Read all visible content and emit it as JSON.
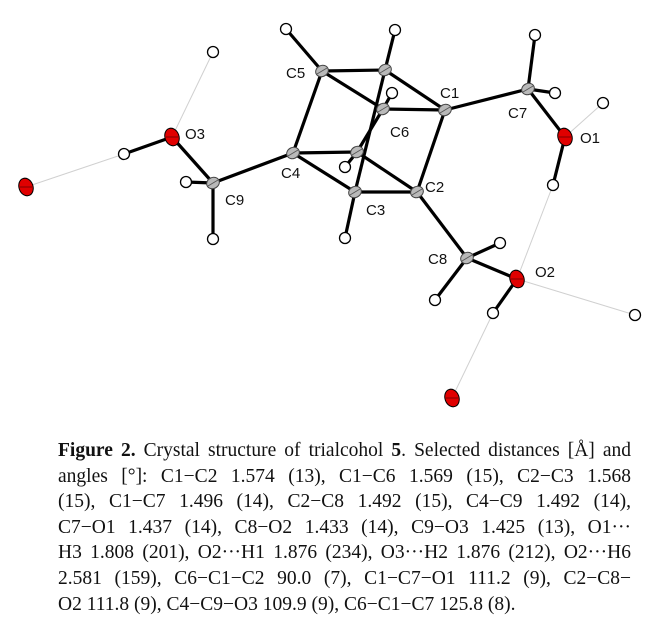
{
  "figure": {
    "atom_labels": {
      "C1": "C1",
      "C2": "C2",
      "C3": "C3",
      "C4": "C4",
      "C5": "C5",
      "C6": "C6",
      "C7": "C7",
      "C8": "C8",
      "C9": "C9",
      "O1": "O1",
      "O2": "O2",
      "O3": "O3"
    },
    "colors": {
      "carbon": "#b9b9b9",
      "oxygen": "#e00000",
      "hydrogen": "#ffffff",
      "bond": "#000000",
      "hbond": "#d0d0d0"
    }
  },
  "caption": {
    "label": "Figure 2.",
    "title_pre": " Crystal structure of trialcohol ",
    "compound": "5",
    "title_post": ". Selected distances [Å] and",
    "lines": [
      "angles [°]: C1−C2 1.574 (13), C1−C6 1.569 (15), C2−C3 1.568",
      "(15), C1−C7 1.496 (14), C2−C8 1.492 (15), C4−C9 1.492 (14),",
      "C7−O1 1.437 (14), C8−O2 1.433 (14), C9−O3 1.425 (13), O1···",
      "H3 1.808 (201), O2···H1 1.876 (234), O3···H2 1.876 (212), O2···H6",
      "2.581 (159), C6−C1−C2 90.0 (7), C1−C7−O1 111.2 (9), C2−C8−",
      "O2 111.8 (9), C4−C9−O3 109.9 (9), C6−C1−C7 125.8 (8)."
    ]
  }
}
